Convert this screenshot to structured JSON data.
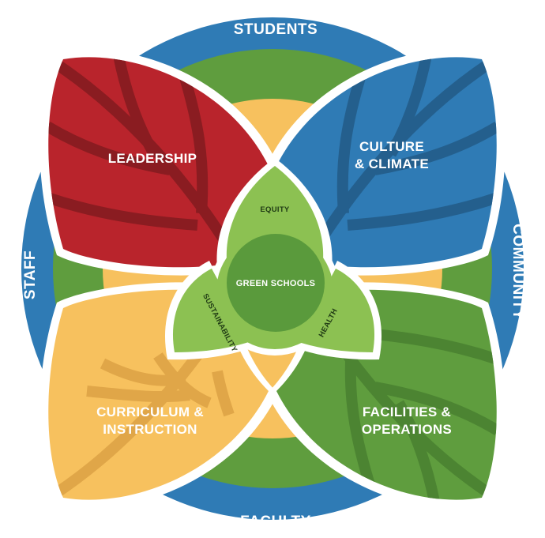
{
  "ring": {
    "top": "STUDENTS",
    "right": "COMMUNITY",
    "bottom": "FACULTY",
    "left": "STAFF"
  },
  "petals": {
    "leadership": {
      "line1": "LEADERSHIP",
      "color": "#b9242c",
      "vein": "#8a1c21"
    },
    "culture": {
      "line1": "CULTURE",
      "line2": "& CLIMATE",
      "color": "#2f7bb5",
      "vein": "#245f8d"
    },
    "curriculum": {
      "line1": "CURRICULUM &",
      "line2": "INSTRUCTION",
      "color": "#f7c15e",
      "vein": "#e0a648"
    },
    "facilities": {
      "line1": "FACILITIES &",
      "line2": "OPERATIONS",
      "color": "#5f9d3e",
      "vein": "#4c8432"
    }
  },
  "center": {
    "title": "GREEN SCHOOLS",
    "equity": "EQUITY",
    "sustainability": "SUSTAINABILITY",
    "health": "HEALTH",
    "lobe_color": "#8cc152",
    "core_color": "#5a9a3c"
  },
  "colors": {
    "outer_ring": "#2f7bb5",
    "green_ring": "#5f9d3e",
    "yellow_ring": "#f7c15e"
  }
}
